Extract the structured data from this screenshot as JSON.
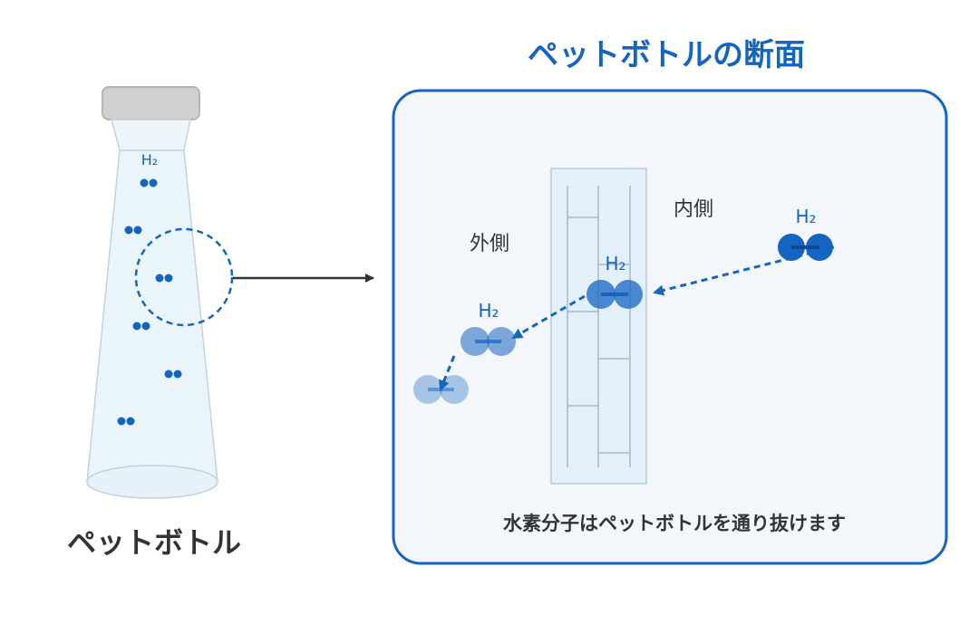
{
  "section_title": "ペットボトルの断面",
  "bottle_label": "ペットボトル",
  "bottle_h2_label": "H₂",
  "cross_section": {
    "outside_label": "外側",
    "inside_label": "内側",
    "caption": "水素分子はペットボトルを通り抜けます",
    "molecule_labels": {
      "inside": "H₂",
      "wall": "H₂",
      "outside": "H₂"
    }
  },
  "colors": {
    "accent": "#1565c0",
    "molecule": "#1565c0",
    "panel_border": "#1565c0",
    "panel_bg": "#f3f7fb",
    "wall_fill": "#e3f0fa",
    "text_dark": "#333333"
  }
}
